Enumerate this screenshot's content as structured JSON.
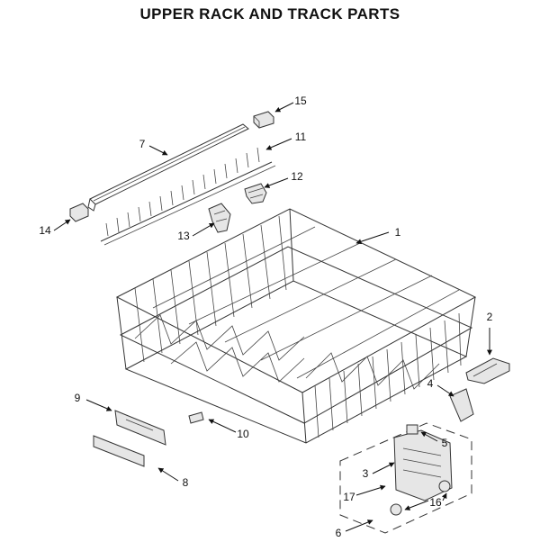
{
  "title": "UPPER RACK AND TRACK PARTS",
  "callouts": [
    "1",
    "2",
    "3",
    "4",
    "5",
    "6",
    "7",
    "8",
    "9",
    "10",
    "11",
    "12",
    "13",
    "14",
    "15",
    "16",
    "17"
  ]
}
